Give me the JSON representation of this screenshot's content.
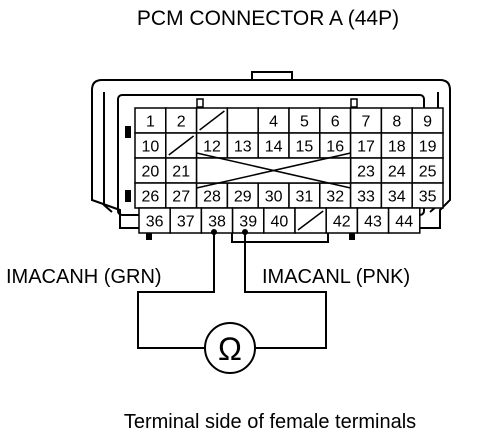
{
  "title": "PCM CONNECTOR A (44P)",
  "caption": "Terminal side of female terminals",
  "probe_left_label": "IMACANH (GRN)",
  "probe_right_label": "IMACANL (PNK)",
  "ohmmeter_symbol": "Ω",
  "rows": [
    [
      "1",
      "2",
      "/",
      "",
      "4",
      "5",
      "6",
      "7",
      "8",
      "9"
    ],
    [
      "10",
      "/",
      "12",
      "13",
      "14",
      "15",
      "16",
      "17",
      "18",
      "19"
    ],
    [
      "20",
      "21",
      "",
      "",
      "",
      "",
      "",
      "23",
      "24",
      "25"
    ],
    [
      "26",
      "27",
      "28",
      "29",
      "30",
      "31",
      "32",
      "33",
      "34",
      "35"
    ],
    [
      "36",
      "37",
      "38",
      "39",
      "40",
      "/",
      "42",
      "43",
      "44"
    ]
  ]
}
